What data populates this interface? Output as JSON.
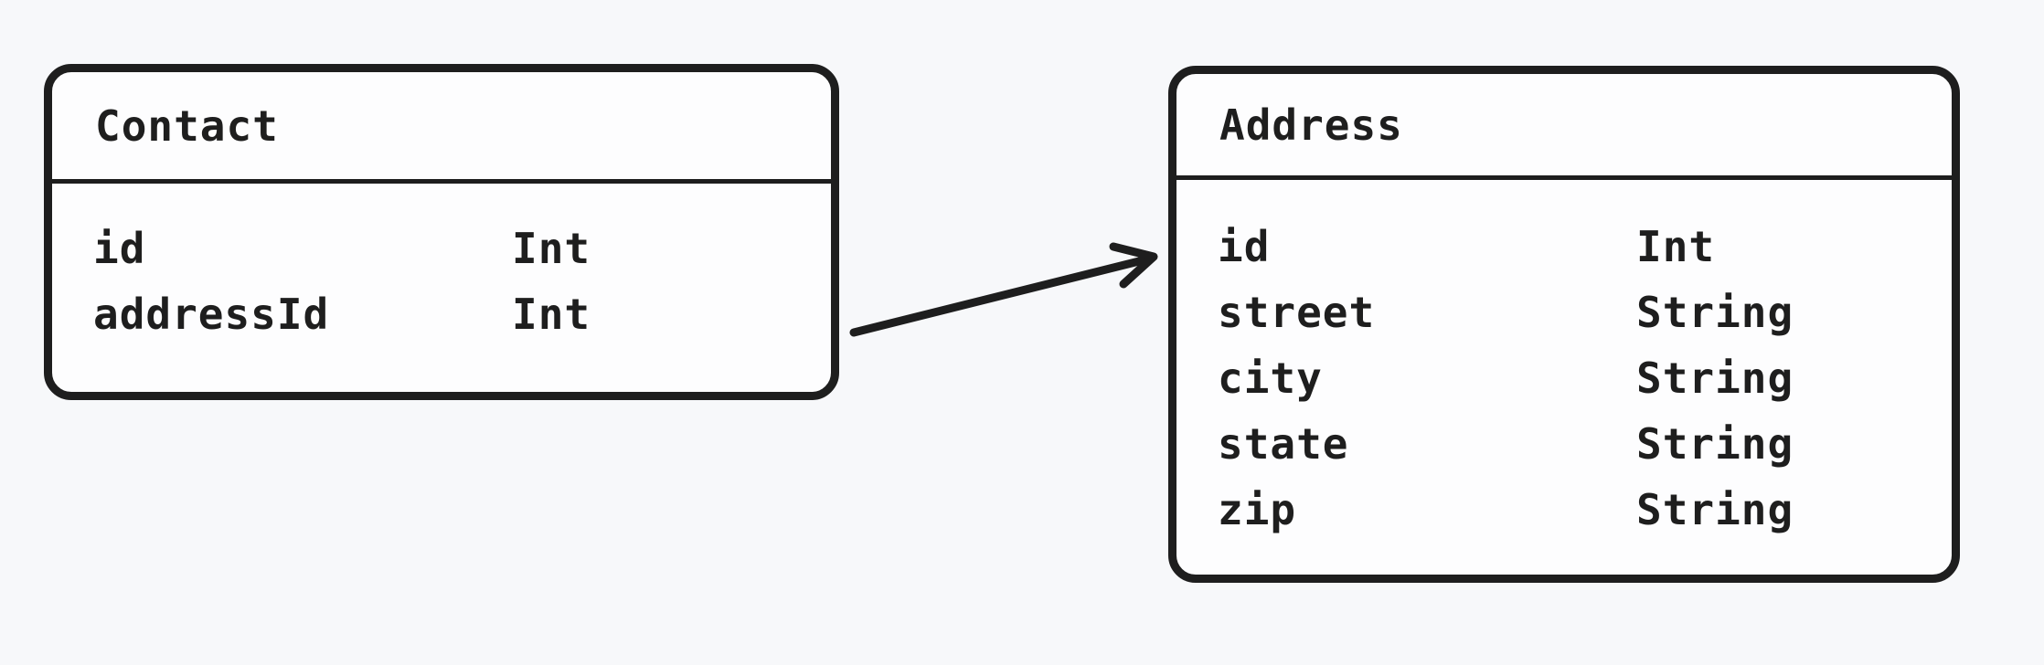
{
  "diagram": {
    "entities": [
      {
        "title": "Contact",
        "fields": [
          {
            "name": "id",
            "type": "Int"
          },
          {
            "name": "addressId",
            "type": "Int"
          }
        ]
      },
      {
        "title": "Address",
        "fields": [
          {
            "name": "id",
            "type": "Int"
          },
          {
            "name": "street",
            "type": "String"
          },
          {
            "name": "city",
            "type": "String"
          },
          {
            "name": "state",
            "type": "String"
          },
          {
            "name": "zip",
            "type": "String"
          }
        ]
      }
    ],
    "relationship": {
      "from": "Contact",
      "to": "Address",
      "style": "arrow"
    },
    "colors": {
      "stroke": "#1e1e1e",
      "background": "#f7f8fa",
      "box_fill": "#fdfdfe"
    }
  }
}
